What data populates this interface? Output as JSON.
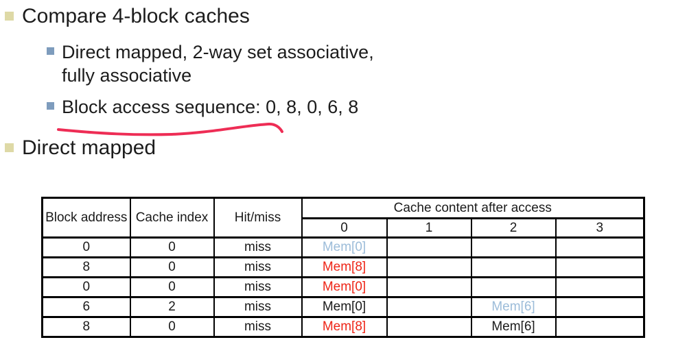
{
  "slide": {
    "bullets": {
      "compare": "Compare 4-block caches",
      "types": "Direct mapped, 2-way set associative, fully associative",
      "sequence": "Block access sequence: 0, 8, 0, 6, 8",
      "direct_mapped": "Direct mapped"
    }
  },
  "table": {
    "header": {
      "block_address": "Block address",
      "cache_index": "Cache index",
      "hit_miss": "Hit/miss",
      "content_title": "Cache content after access",
      "way_labels": [
        "0",
        "1",
        "2",
        "3"
      ]
    },
    "rows": [
      {
        "block_address": "0",
        "cache_index": "0",
        "hit_miss": "miss",
        "way0": "Mem[0]",
        "way1": "",
        "way2": "",
        "way3": ""
      },
      {
        "block_address": "8",
        "cache_index": "0",
        "hit_miss": "miss",
        "way0": "Mem[8]",
        "way1": "",
        "way2": "",
        "way3": ""
      },
      {
        "block_address": "0",
        "cache_index": "0",
        "hit_miss": "miss",
        "way0": "Mem[0]",
        "way1": "",
        "way2": "",
        "way3": ""
      },
      {
        "block_address": "6",
        "cache_index": "2",
        "hit_miss": "miss",
        "way0": "Mem[0]",
        "way1": "",
        "way2": "Mem[6]",
        "way3": ""
      },
      {
        "block_address": "8",
        "cache_index": "0",
        "hit_miss": "miss",
        "way0": "Mem[8]",
        "way1": "",
        "way2": "Mem[6]",
        "way3": ""
      }
    ]
  },
  "colors": {
    "new_entry_text": "#9cbcd9",
    "replaced_entry_text": "#ee2517",
    "plain_entry_text": "#1a1a1a",
    "annotation_underline": "#ee2d55",
    "level1_bullet": "#ded9a6",
    "level2_bullet": "#7e9cbd",
    "table_border": "#000000"
  }
}
